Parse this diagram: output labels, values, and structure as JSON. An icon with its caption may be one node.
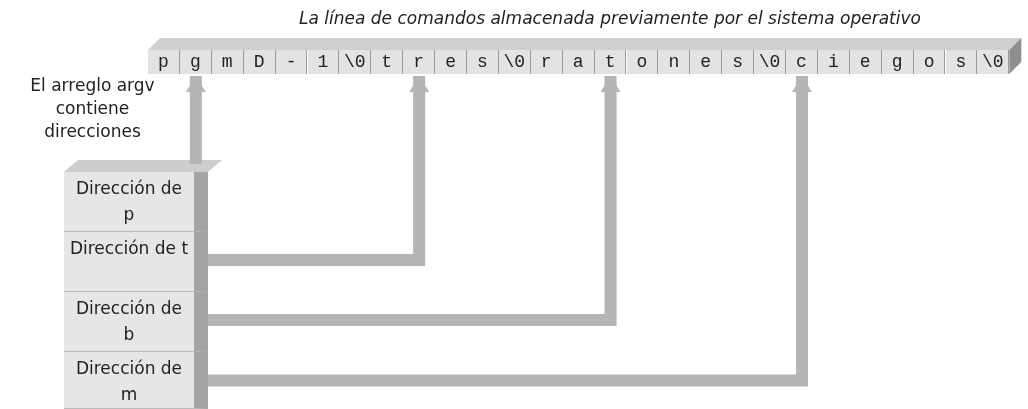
{
  "diagram": {
    "title": "La línea de comandos almacenada previamente por el sistema operativo",
    "nodes": [
      {
        "text": [
          "p"
        ]
      },
      {
        "text": [
          "g"
        ]
      },
      {
        "text": [
          "m"
        ]
      },
      {
        "text": [
          "D"
        ]
      },
      {
        "text": [
          "-"
        ]
      },
      {
        "text": [
          "1"
        ]
      },
      {
        "text": [
          "\\0"
        ]
      },
      {
        "text": [
          "t"
        ]
      },
      {
        "text": [
          "r"
        ]
      },
      {
        "text": [
          "e"
        ]
      },
      {
        "text": [
          "s"
        ]
      },
      {
        "text": [
          "\\0"
        ]
      },
      {
        "text": [
          "r"
        ]
      },
      {
        "text": [
          "a"
        ]
      },
      {
        "text": [
          "t"
        ]
      },
      {
        "text": [
          "o"
        ]
      },
      {
        "text": [
          "n"
        ]
      },
      {
        "text": [
          "e"
        ]
      },
      {
        "text": [
          "s"
        ]
      },
      {
        "text": [
          "\\0"
        ]
      },
      {
        "text": [
          "c"
        ]
      },
      {
        "text": [
          "i"
        ]
      },
      {
        "text": [
          "e"
        ]
      },
      {
        "text": [
          "g"
        ]
      },
      {
        "text": [
          "o"
        ]
      },
      {
        "text": [
          "s"
        ]
      },
      {
        "text": [
          "\\0"
        ]
      },
      {
        "text": [
          "El arreglo argv contiene direcciones"
        ]
      },
      {
        "text": [
          "Dirección de p"
        ],
        "in": 27
      },
      {
        "text": [
          "Dirección de t"
        ],
        "in": 27
      },
      {
        "text": [
          "Dirección de b"
        ],
        "in": 27
      },
      {
        "text": [
          "Dirección de m"
        ],
        "in": 27
      }
    ],
    "edges": [
      {
        "from": 28,
        "to": 1,
        "arrow": "to"
      },
      {
        "from": 29,
        "to": 8,
        "arrow": "to"
      },
      {
        "from": 30,
        "to": 14,
        "arrow": "to"
      },
      {
        "from": 31,
        "to": 20,
        "arrow": "to"
      }
    ]
  }
}
